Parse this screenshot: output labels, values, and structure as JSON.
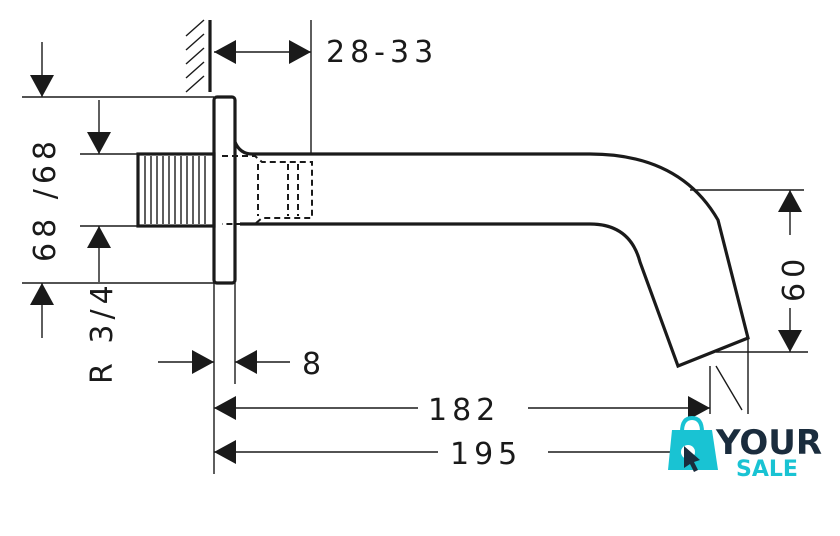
{
  "dimensions": {
    "wall_depth": "28-33",
    "height_primary": "68 /68",
    "thread": "R 3/4",
    "flange_thickness": "8",
    "spout_drop": "60",
    "projection_inner": "182",
    "projection_total": "195"
  },
  "logo": {
    "word_top": "YOUR",
    "word_bottom": "SALE",
    "color_primary": "#1a2c3d",
    "color_accent": "#19c3d3"
  }
}
